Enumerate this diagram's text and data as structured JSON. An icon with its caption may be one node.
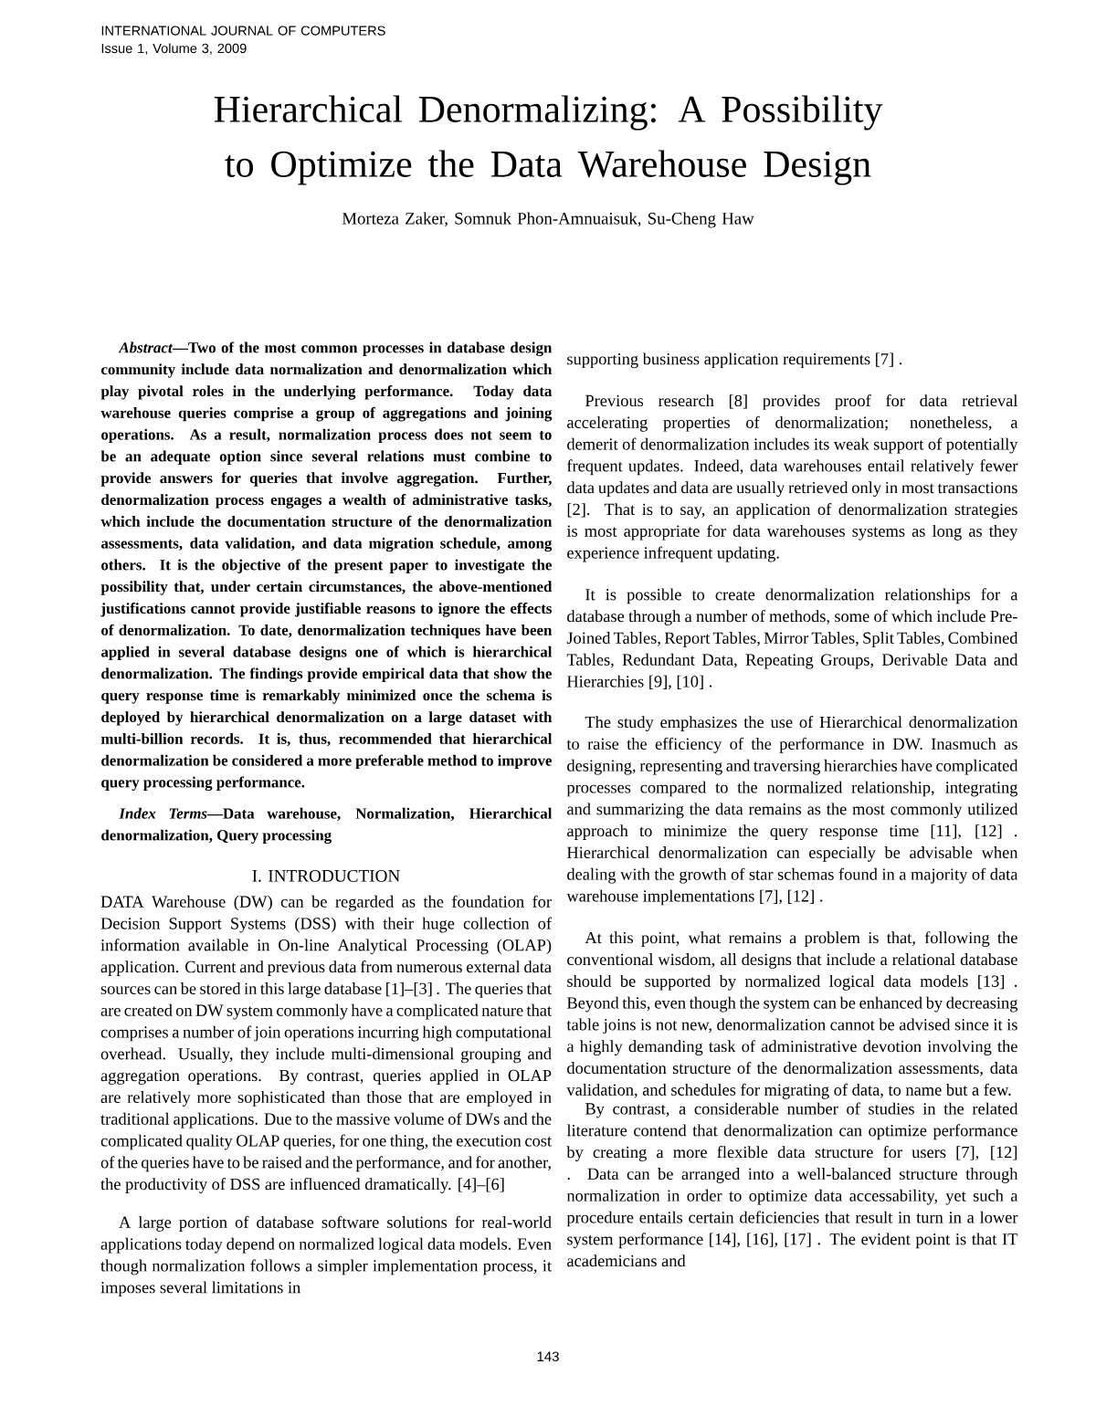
{
  "diagram": {
    "title": "Hierarchical Denormalizing: A Possibility to Optimize the Data Warehouse Design",
    "labels": [
      "INTERNATIONAL JOURNAL OF COMPUTERS",
      "Issue 1, Volume 3, 2009",
      "Morteza Zaker, Somnuk Phon-Amnuaisuk, Su-Cheng Haw",
      "*Abstract*—Two of the most common processes in database design community include data normalization and denormalization which play pivotal roles in the underlying performance. Today data warehouse queries comprise a group of aggregations and joining operations. As a result, normalization process does not seem to be an adequate option since several relations must combine to provide answers for queries that involve aggregation. Further, denormalization process engages a wealth of administrative tasks, which include the documentation structure of the denormalization assessments, data validation, and data migration schedule, among others. It is the objective of the present paper to investigate the possibility that, under certain circumstances, the above-mentioned justifications cannot provide justifiable reasons to ignore the effects of denormalization. To date, denormalization techniques have been applied in several database designs one of which is hierarchical denormalization. The findings provide empirical data that show the query response time is remarkably minimized once the schema is deployed by hierarchical denormalization on a large dataset with multi-billion records. It is, thus, recommended that hierarchical denormalization be considered a more preferable method to improve query processing performance.",
      "*Index Terms*—Data warehouse, Normalization, Hierarchical denormalization, Query processing",
      "I. INTRODUCTION",
      "DATA Warehouse (DW) can be regarded as the foundation for Decision Support Systems (DSS) with their huge collection of information available in On-line Analytical Processing (OLAP) application. Current and previous data from numerous external data sources can be stored in this large database [1]–[3] . The queries that are created on DW system commonly have a complicated nature that comprises a number of join operations incurring high computational overhead. Usually, they include multi-dimensional grouping and aggregation operations. By contrast, queries applied in OLAP are relatively more sophisticated than those that are employed in traditional applications. Due to the massive volume of DWs and the complicated quality OLAP queries, for one thing, the execution cost of the queries have to be raised and the performance, and for another, the productivity of DSS are influenced dramatically. [4]–[6]",
      "A large portion of database software solutions for real-world applications today depend on normalized logical data models. Even though normalization follows a simpler implementation process, it imposes several limitations in",
      "supporting business application requirements [7] .",
      "Previous research [8] provides proof for data retrieval accelerating properties of denormalization; nonetheless, a demerit of denormalization includes its weak support of potentially frequent updates. Indeed, data warehouses entail relatively fewer data updates and data are usually retrieved only in most transactions [2]. That is to say, an application of denormalization strategies is most appropriate for data warehouses systems as long as they experience infrequent updating.",
      "It is possible to create denormalization relationships for a database through a number of methods, some of which include Pre-Joined Tables, Report Tables, Mirror Tables, Split Tables, Combined Tables, Redundant Data, Repeating Groups, Derivable Data and Hierarchies [9], [10] .",
      "The study emphasizes the use of Hierarchical denormalization to raise the efficiency of the performance in DW. Inasmuch as designing, representing and traversing hierarchies have complicated processes compared to the normalized relationship, integrating and summarizing the data remains as the most commonly utilized approach to minimize the query response time [11], [12] . Hierarchical denormalization can especially be advisable when dealing with the growth of star schemas found in a majority of data warehouse implementations [7], [12] .",
      "At this point, what remains a problem is that, following the conventional wisdom, all designs that include a relational database should be supported by normalized logical data models [13] . Beyond this, even though the system can be enhanced by decreasing table joins is not new, denormalization cannot be advised since it is a highly demanding task of administrative devotion involving the documentation structure of the denormalization assessments, data validation, and schedules for migrating of data, to name but a few.",
      "By contrast, a considerable number of studies in the related literature contend that denormalization can optimize performance by creating a more flexible data structure for users [7], [12] . Data can be arranged into a well-balanced structure through normalization in order to optimize data accessability, yet such a procedure entails certain deficiencies that result in turn in a lower system performance [14], [16], [17] . The evident point is that IT academicians and",
      "143"
    ]
  }
}
